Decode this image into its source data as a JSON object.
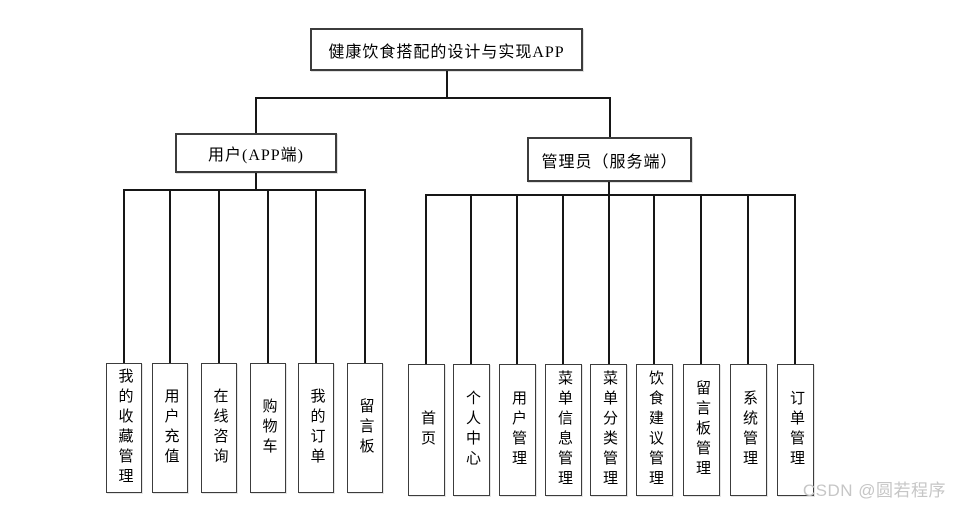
{
  "diagram": {
    "root": "健康饮食搭配的设计与实现APP",
    "branches": [
      {
        "label": "用户(APP端)",
        "children": [
          "我的收藏管理",
          "用户充值",
          "在线咨询",
          "购物车",
          "我的订单",
          "留言板"
        ]
      },
      {
        "label": "管理员（服务端）",
        "children": [
          "首页",
          "个人中心",
          "用户管理",
          "菜单信息管理",
          "菜单分类管理",
          "饮食建议管理",
          "留言板管理",
          "系统管理",
          "订单管理"
        ]
      }
    ]
  },
  "watermark": "CSDN @圆若程序",
  "colors": {
    "background": "#ffffff",
    "line": "#161616",
    "box_border": "#3c3c3c",
    "text": "#000000",
    "watermark": "#c6c6c6"
  }
}
